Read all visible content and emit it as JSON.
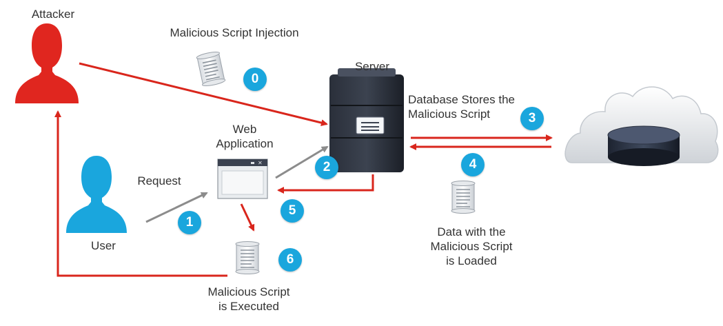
{
  "labels": {
    "attacker": "Attacker",
    "injection": "Malicious Script Injection",
    "server": "Server",
    "database_stores_line1": "Database Stores the",
    "database_stores_line2": "Malicious Script",
    "web_app_line1": "Web",
    "web_app_line2": "Application",
    "request": "Request",
    "user": "User",
    "data_loaded_line1": "Data with the",
    "data_loaded_line2": "Malicious Script",
    "data_loaded_line3": "is Loaded",
    "executed_line1": "Malicious Script",
    "executed_line2": "is Executed"
  },
  "steps": [
    "0",
    "1",
    "2",
    "3",
    "4",
    "5",
    "6"
  ],
  "icons": {
    "attacker": "attacker-person-icon",
    "user": "user-person-icon",
    "server": "server-icon",
    "database": "cloud-database-icon",
    "web_app": "web-application-window-icon",
    "script": "script-scroll-icon"
  },
  "colors": {
    "attacker": "#e0261f",
    "user": "#1aa6dd",
    "arrow_red": "#d9261c",
    "arrow_gray": "#8c8c8c",
    "badge": "#1aa6dd"
  }
}
